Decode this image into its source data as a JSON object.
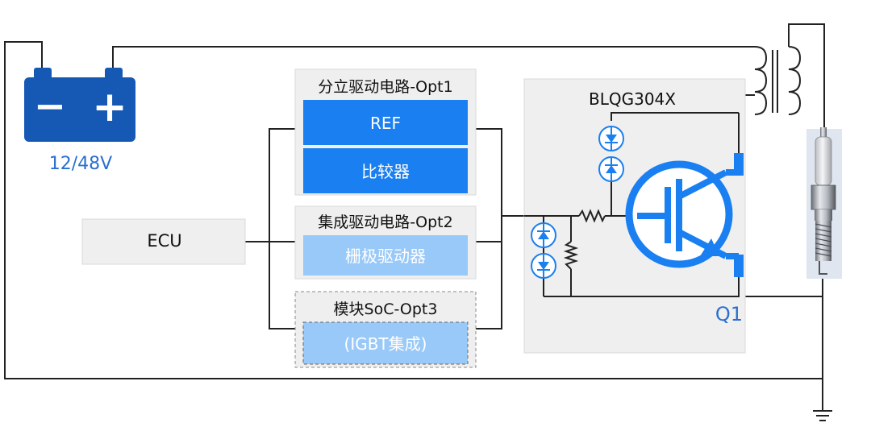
{
  "battery": {
    "label": "12/48V",
    "minus": "−",
    "plus": "+"
  },
  "ecu": {
    "label": "ECU"
  },
  "opt1": {
    "title": "分立驱动电路-Opt1",
    "ref_label": "REF",
    "comparator_label": "比较器"
  },
  "opt2": {
    "title": "集成驱动电路-Opt2",
    "gate_driver_label": "栅极驱动器"
  },
  "opt3": {
    "title": "模块SoC-Opt3",
    "igbt_label": "(IGBT集成)"
  },
  "igbt": {
    "part_label": "BLQG304X",
    "ref_label": "Q1"
  },
  "colors": {
    "wire": "#222222",
    "dark_blue": "#1f6fe0",
    "bright_blue": "#1a7ff0",
    "light_blue": "#99c9f8",
    "battery_blue": "#1559b5",
    "panel_gray": "#efefef",
    "text_blue": "#2a6fd0"
  }
}
